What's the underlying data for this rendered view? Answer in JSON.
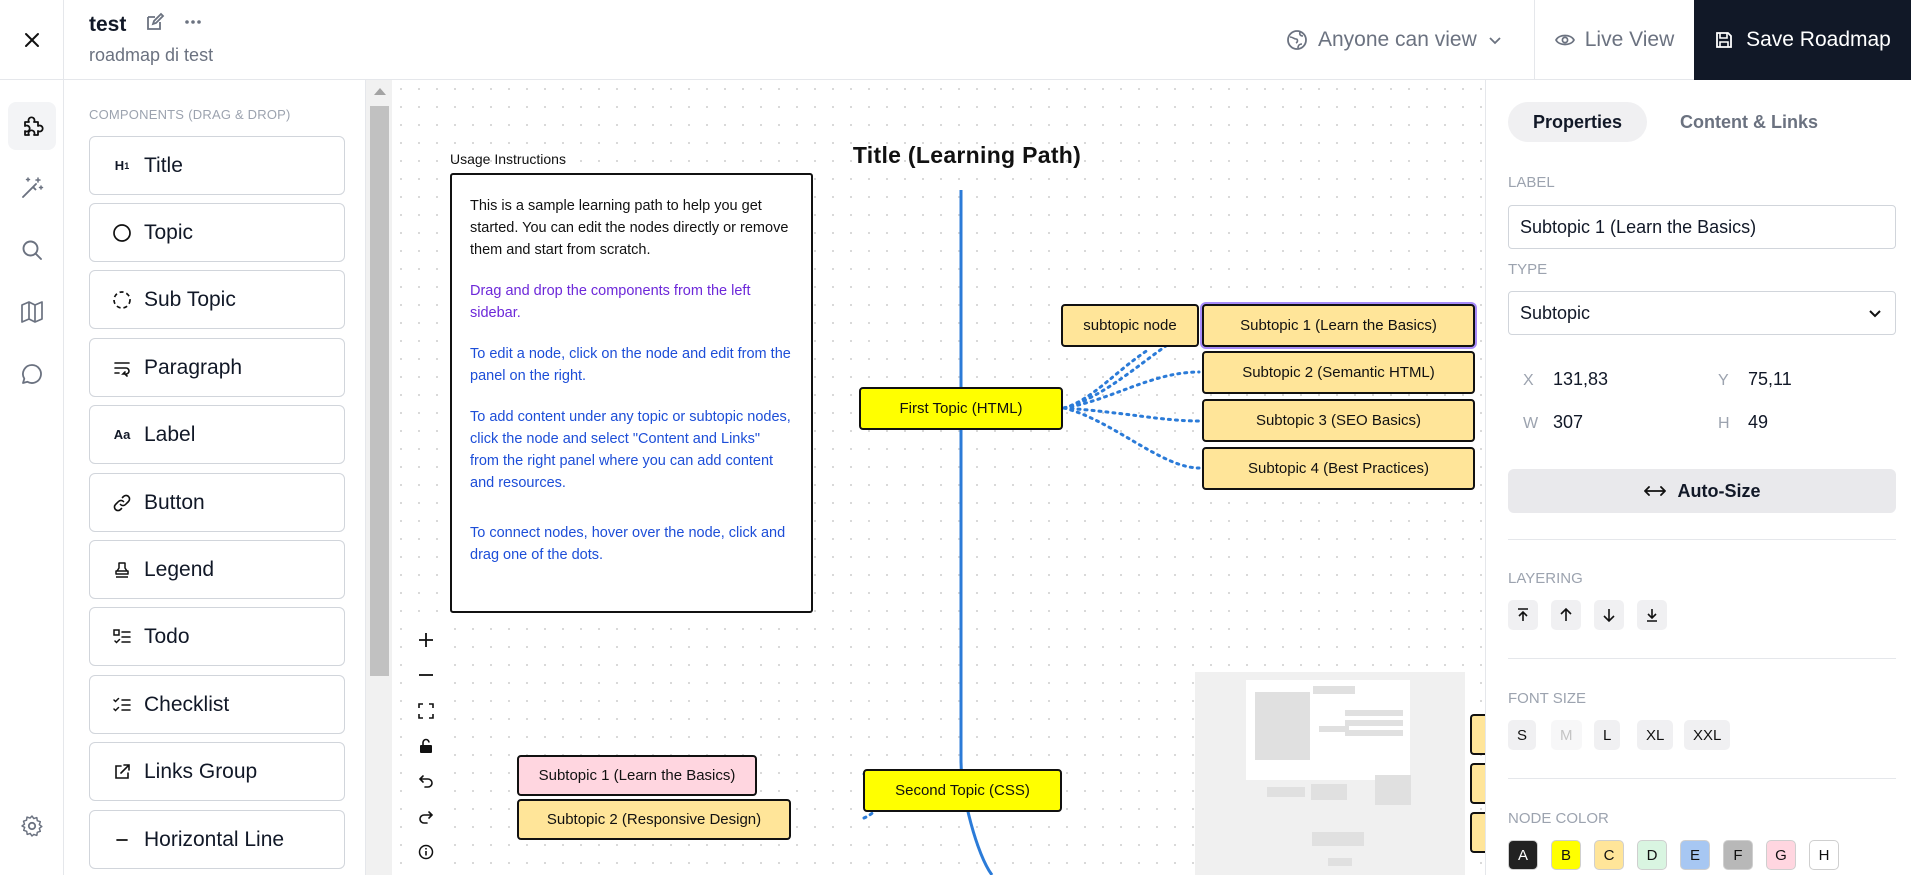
{
  "header": {
    "roadmap_title": "test",
    "roadmap_description": "roadmap di test",
    "visibility_label": "Anyone can view",
    "live_view_label": "Live View",
    "save_label": "Save Roadmap"
  },
  "rail": {
    "icons": [
      "puzzle-icon",
      "magic-wand-icon",
      "search-icon",
      "map-icon",
      "chat-icon",
      "gear-icon"
    ]
  },
  "components": {
    "heading": "COMPONENTS",
    "heading_hint": "(DRAG & DROP)",
    "items": [
      {
        "label": "Title",
        "icon": "H1"
      },
      {
        "label": "Topic",
        "icon": "circle"
      },
      {
        "label": "Sub Topic",
        "icon": "dashed-circle"
      },
      {
        "label": "Paragraph",
        "icon": "wrap-text"
      },
      {
        "label": "Label",
        "icon": "Aa"
      },
      {
        "label": "Button",
        "icon": "link"
      },
      {
        "label": "Legend",
        "icon": "stamp"
      },
      {
        "label": "Todo",
        "icon": "list-todo"
      },
      {
        "label": "Checklist",
        "icon": "list-checks"
      },
      {
        "label": "Links Group",
        "icon": "external-link"
      },
      {
        "label": "Horizontal Line",
        "icon": "minus"
      }
    ]
  },
  "canvas": {
    "title": "Title (Learning Path)",
    "usage_label": "Usage Instructions",
    "usage_paragraphs": [
      "This is a sample learning path to help you get started. You can edit the nodes directly or remove them and start from scratch.",
      "Drag and drop the components from the left sidebar.",
      "To edit a node, click on the node and edit from the panel on the right.",
      "To add content under any topic or subtopic nodes, click the node and select \"Content and Links\" from the right panel where you can add content and resources.",
      "To connect nodes, hover over the node, click and drag one of the dots."
    ],
    "nodes": {
      "subtopic_node": "subtopic node",
      "first_topic": "First Topic (HTML)",
      "sub1": "Subtopic 1 (Learn the Basics)",
      "sub2": "Subtopic 2 (Semantic HTML)",
      "sub3": "Subtopic 3 (SEO Basics)",
      "sub4": "Subtopic 4 (Best Practices)",
      "second_topic": "Second Topic (CSS)",
      "css_sub1": "Subtopic 1 (Learn the Basics)",
      "css_sub2": "Subtopic 2 (Responsive Design)"
    },
    "colors": {
      "topic": "#ffff00",
      "subtopic": "#ffe599",
      "pink": "#ffd6e0",
      "edge": "#2b7bd8"
    }
  },
  "properties": {
    "tabs": [
      "Properties",
      "Content & Links"
    ],
    "label_heading": "LABEL",
    "label_value": "Subtopic 1 (Learn the Basics)",
    "type_heading": "TYPE",
    "type_value": "Subtopic",
    "x_key": "X",
    "x_value": "131,83",
    "y_key": "Y",
    "y_value": "75,11",
    "w_key": "W",
    "w_value": "307",
    "h_key": "H",
    "h_value": "49",
    "autosize_label": "Auto-Size",
    "layering_heading": "LAYERING",
    "font_size_heading": "FONT SIZE",
    "font_sizes": [
      "S",
      "M",
      "L",
      "XL",
      "XXL"
    ],
    "node_color_heading": "NODE COLOR",
    "node_colors": [
      {
        "key": "A",
        "color": "#222222",
        "text": "#ffffff"
      },
      {
        "key": "B",
        "color": "#ffff00",
        "text": "#111111"
      },
      {
        "key": "C",
        "color": "#ffe599",
        "text": "#111111"
      },
      {
        "key": "D",
        "color": "#d9f5e1",
        "text": "#111111"
      },
      {
        "key": "E",
        "color": "#a7c7f2",
        "text": "#111111"
      },
      {
        "key": "F",
        "color": "#b8b8b8",
        "text": "#111111"
      },
      {
        "key": "G",
        "color": "#ffd6e0",
        "text": "#111111"
      },
      {
        "key": "H",
        "color": "#ffffff",
        "text": "#111111"
      }
    ]
  }
}
